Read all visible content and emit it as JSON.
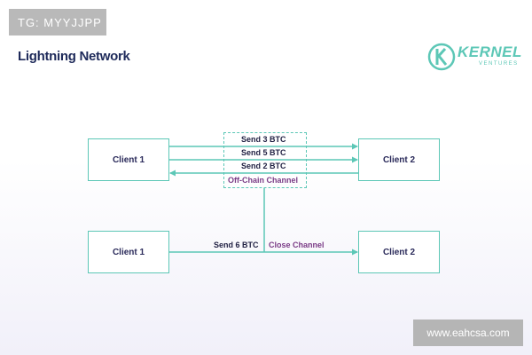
{
  "header": {
    "badge": "TG: MYYJJPP",
    "title": "Lightning Network"
  },
  "logo": {
    "name": "KERNEL",
    "sub": "VENTURES",
    "icon": "k-logo-icon",
    "color": "#5cc7b6"
  },
  "diagram": {
    "top": {
      "client_left": "Client 1",
      "client_right": "Client 2",
      "transactions": [
        "Send 3 BTC",
        "Send 5 BTC",
        "Send 2 BTC"
      ],
      "channel_label": "Off-Chain Channel"
    },
    "bottom": {
      "client_left": "Client 1",
      "client_right": "Client 2",
      "settle_label": "Send 6 BTC",
      "close_label": "Close Channel"
    },
    "colors": {
      "line": "#5cc7b6",
      "label_dark": "#222244",
      "label_accent": "#7a3b86"
    }
  },
  "watermark": "www.eahcsa.com"
}
